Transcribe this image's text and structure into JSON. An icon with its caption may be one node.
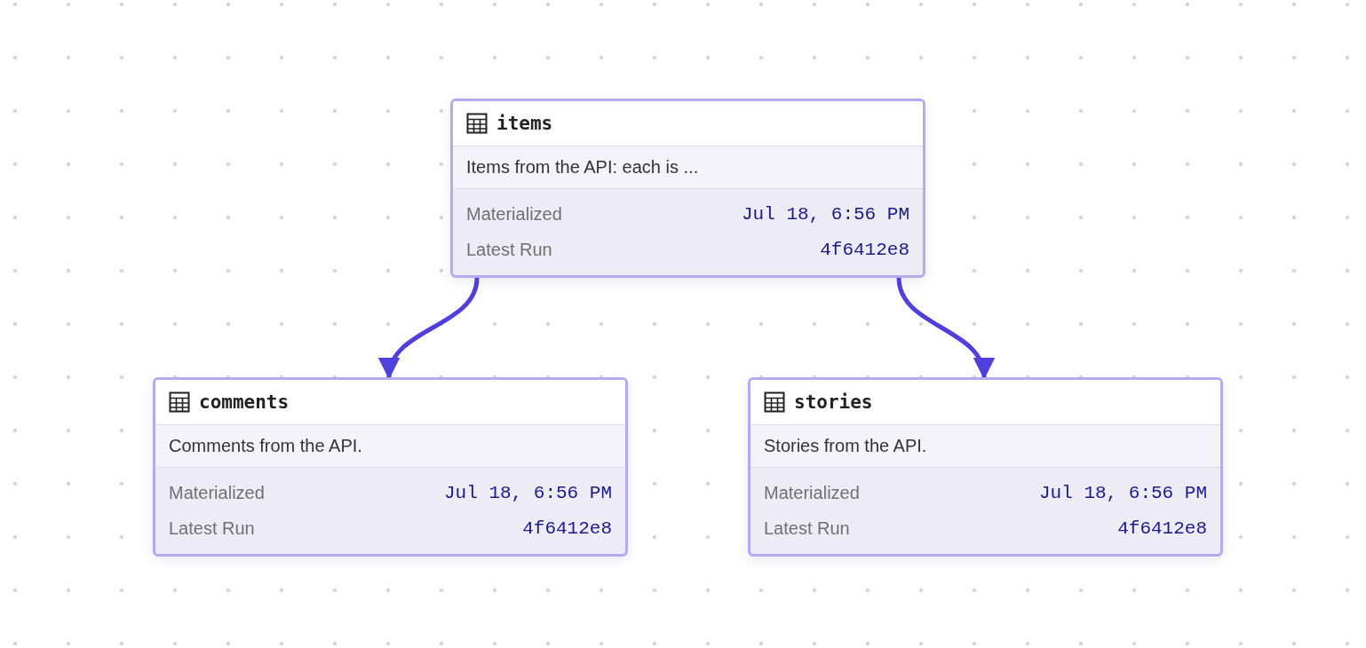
{
  "diagram": {
    "nodes": [
      {
        "text": [
          "items",
          "Items from the API: each is ...",
          "Materialized",
          "Jul 18, 6:56 PM",
          "Latest Run",
          "4f6412e8"
        ]
      },
      {
        "text": [
          "comments",
          "Comments from the API.",
          "Materialized",
          "Jul 18, 6:56 PM",
          "Latest Run",
          "4f6412e8"
        ]
      },
      {
        "text": [
          "stories",
          "Stories from the API.",
          "Materialized",
          "Jul 18, 6:56 PM",
          "Latest Run",
          "4f6412e8"
        ]
      }
    ],
    "edges": [
      {
        "from": 0,
        "to": 1,
        "arrow": "to"
      },
      {
        "from": 0,
        "to": 2,
        "arrow": "to"
      }
    ]
  }
}
